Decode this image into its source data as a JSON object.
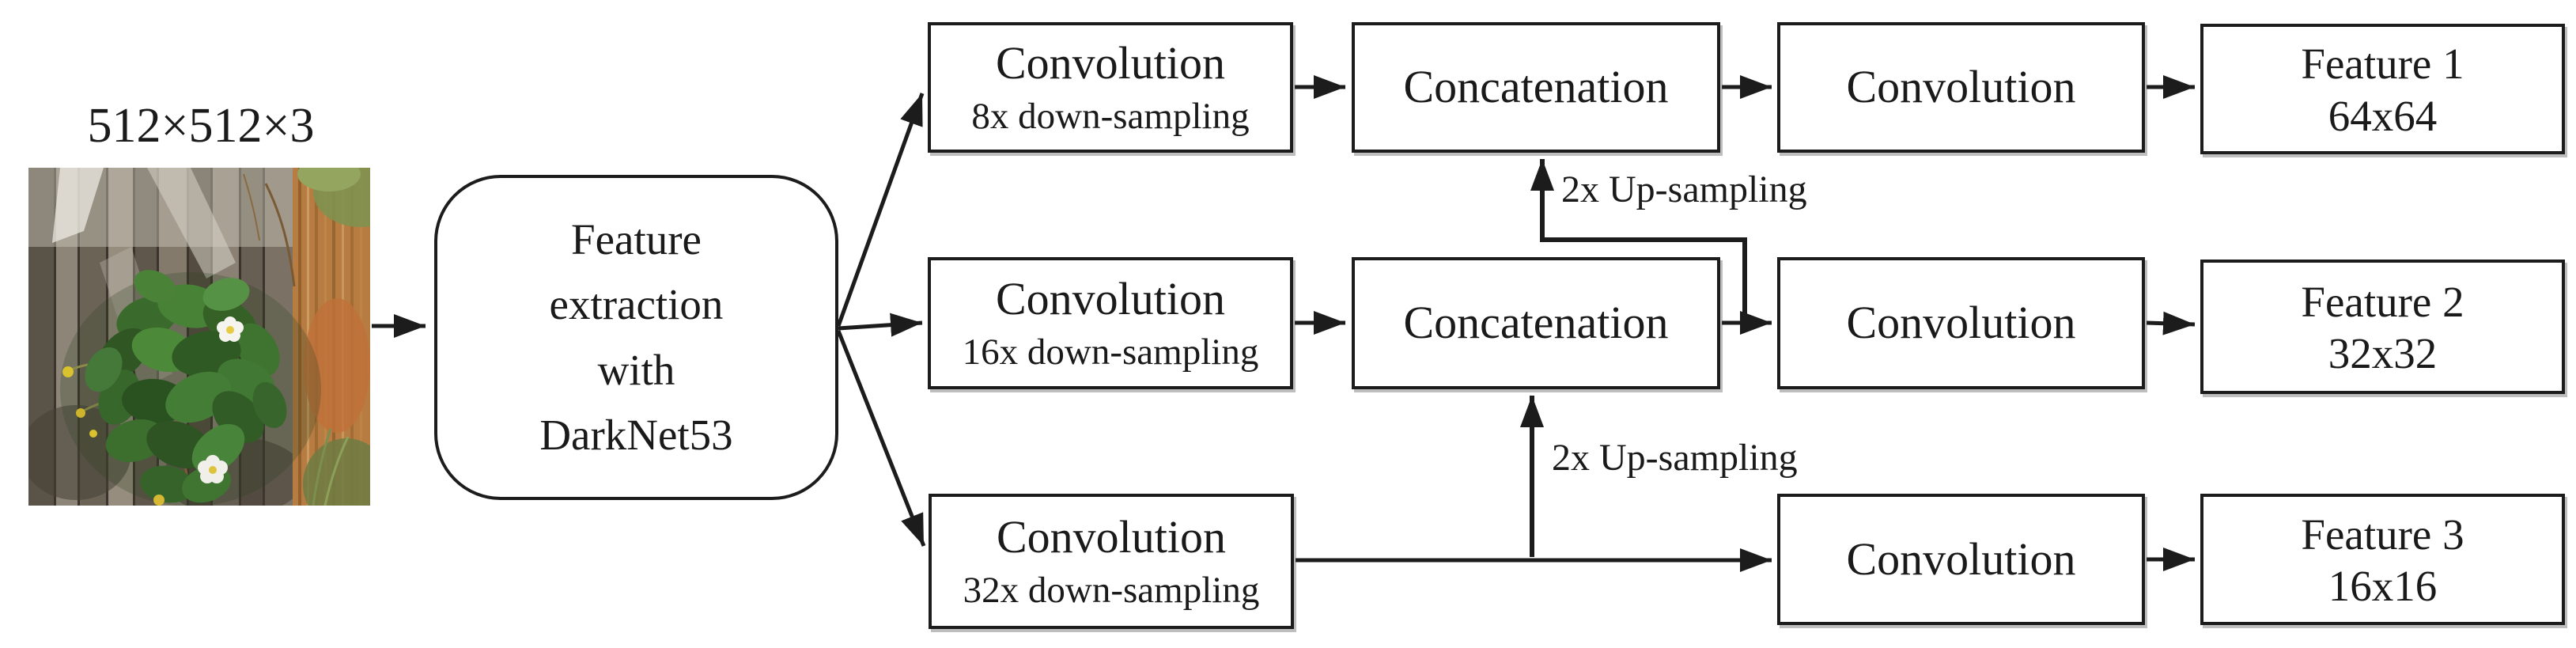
{
  "figure": {
    "background": "#ffffff",
    "ink_color": "#1c1c1c"
  },
  "input": {
    "dimensions_label": "512×512×3"
  },
  "backbone": {
    "label": "Feature\nextraction\nwith\nDarkNet53"
  },
  "nodes": {
    "conv_8x": {
      "title": "Convolution",
      "subtitle": "8x down-sampling"
    },
    "conv_16x": {
      "title": "Convolution",
      "subtitle": "16x down-sampling"
    },
    "conv_32x": {
      "title": "Convolution",
      "subtitle": "32x down-sampling"
    },
    "concat_top": {
      "title": "Concatenation"
    },
    "concat_middle": {
      "title": "Concatenation"
    },
    "conv_head_1": {
      "title": "Convolution"
    },
    "conv_head_2": {
      "title": "Convolution"
    },
    "conv_head_3": {
      "title": "Convolution"
    },
    "feature_1": {
      "title": "Feature 1",
      "subtitle": "64x64"
    },
    "feature_2": {
      "title": "Feature 2",
      "subtitle": "32x32"
    },
    "feature_3": {
      "title": "Feature 3",
      "subtitle": "16x16"
    }
  },
  "edges": {
    "upsample_top_label": "2x Up-sampling",
    "upsample_bottom_label": "2x Up-sampling"
  },
  "photo": {
    "subject": "strawberry-plant-on-wood-photo",
    "palette": {
      "wood": "#6e665a",
      "wood_dark": "#544c41",
      "wood_light": "#968d7e",
      "sheen": "#ece9e1",
      "dry_grass": "#b67c42",
      "foliage": "#3a6a2c",
      "foliage_light": "#4c8a3a",
      "flower_white": "#f5f4ef",
      "flower_yellow": "#d9c22e"
    }
  }
}
